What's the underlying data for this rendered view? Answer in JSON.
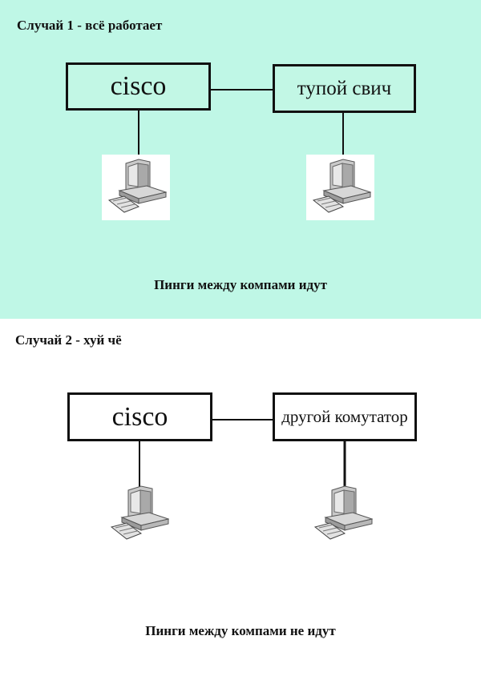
{
  "case1": {
    "title": "Случай 1 - всё работает",
    "router_label": "cisco",
    "switch_label": "тупой свич",
    "caption": "Пинги между компами идут",
    "background": "#bff7e6"
  },
  "case2": {
    "title": "Случай 2 - хуй чё",
    "router_label": "cisco",
    "switch_label": "другой комутатор",
    "caption": "Пинги между компами не идут",
    "background": "#ffffff"
  },
  "icons": {
    "router": "router-box",
    "switch": "switch-box",
    "computer": "desktop-computer-icon"
  }
}
